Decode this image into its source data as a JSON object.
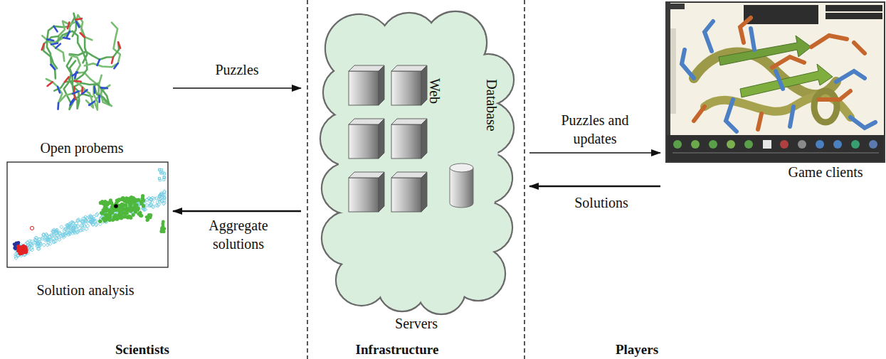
{
  "diagram": {
    "nodes": [
      {
        "text": [
          "Open probems"
        ]
      },
      {
        "text": [
          "Solution analysis"
        ]
      },
      {
        "text": [
          "Web",
          "Database",
          "Servers"
        ]
      },
      {
        "text": [
          "Game clients"
        ]
      }
    ],
    "edges": [
      {
        "from": 0,
        "to": 2,
        "label": "Puzzles",
        "arrow": "to"
      },
      {
        "from": 2,
        "to": 1,
        "label": "Aggregate solutions",
        "arrow": "to"
      },
      {
        "from": 2,
        "to": 3,
        "label": "Puzzles and updates",
        "arrow": "to"
      },
      {
        "from": 3,
        "to": 2,
        "label": "Solutions",
        "arrow": "to"
      }
    ],
    "labels": [
      "Scientists",
      "Infrastructure",
      "Players"
    ]
  }
}
